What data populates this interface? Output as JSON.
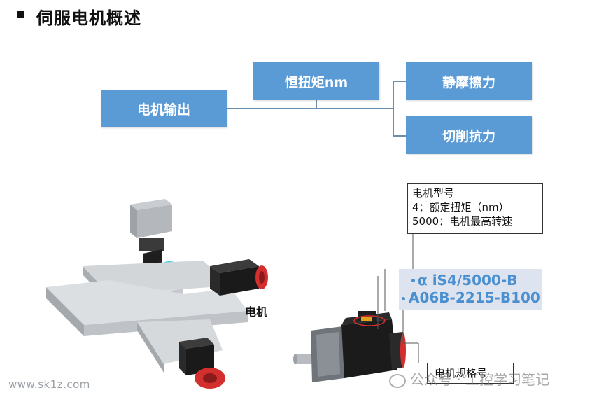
{
  "page": {
    "title": "伺服电机概述"
  },
  "diagram": {
    "output_label": "电机输出",
    "torque_label": "恒扭矩nm",
    "static_friction_label": "静摩擦力",
    "cutting_force_label": "切削抗力"
  },
  "motor_note": {
    "line1": "电机型号",
    "line2": "4：额定扭矩（nm）",
    "line3": "5000：电机最高转速"
  },
  "model": {
    "line1": "α iS4/5000-B",
    "line2": "A06B-2215-B100"
  },
  "spec_label": "电机规格号",
  "machine_motor_label": "电机",
  "watermarks": {
    "left": "www.sk1z.com",
    "right": "公众号 · 工控学习笔记"
  },
  "colors": {
    "box_blue": "#5b9bd5",
    "model_text": "#4a8fd0",
    "motor_red": "#c0392b"
  }
}
